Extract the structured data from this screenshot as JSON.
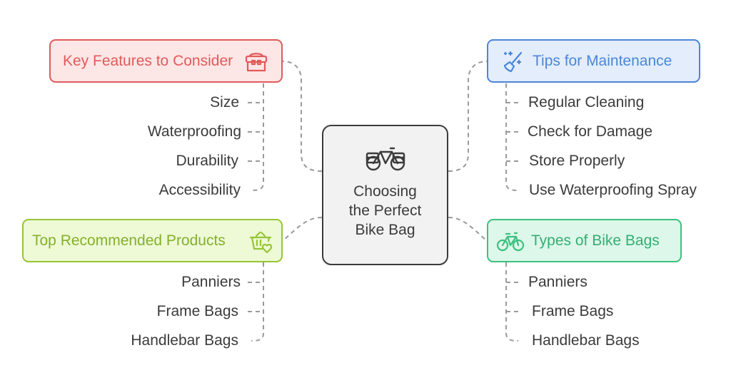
{
  "center": {
    "lines": [
      "Choosing",
      "the Perfect",
      "Bike Bag"
    ],
    "icon": "bike-with-panniers-icon"
  },
  "branches": {
    "features": {
      "title": "Key Features to Consider",
      "icon": "bag-icon",
      "color": "#e15a5a",
      "items": [
        "Size",
        "Waterproofing",
        "Durability",
        "Accessibility"
      ]
    },
    "tips": {
      "title": "Tips for Maintenance",
      "icon": "broom-sparkle-icon",
      "color": "#4a86d8",
      "items": [
        "Regular Cleaning",
        "Check for Damage",
        "Store Properly",
        "Use Waterproofing Spray"
      ]
    },
    "products": {
      "title": "Top Recommended Products",
      "icon": "basket-heart-icon",
      "color": "#96c535",
      "items": [
        "Panniers",
        "Frame Bags",
        "Handlebar Bags"
      ]
    },
    "types": {
      "title": "Types of Bike Bags",
      "icon": "bicycle-icon",
      "color": "#3cc07f",
      "items": [
        "Panniers",
        "Frame Bags",
        "Handlebar Bags"
      ]
    }
  }
}
